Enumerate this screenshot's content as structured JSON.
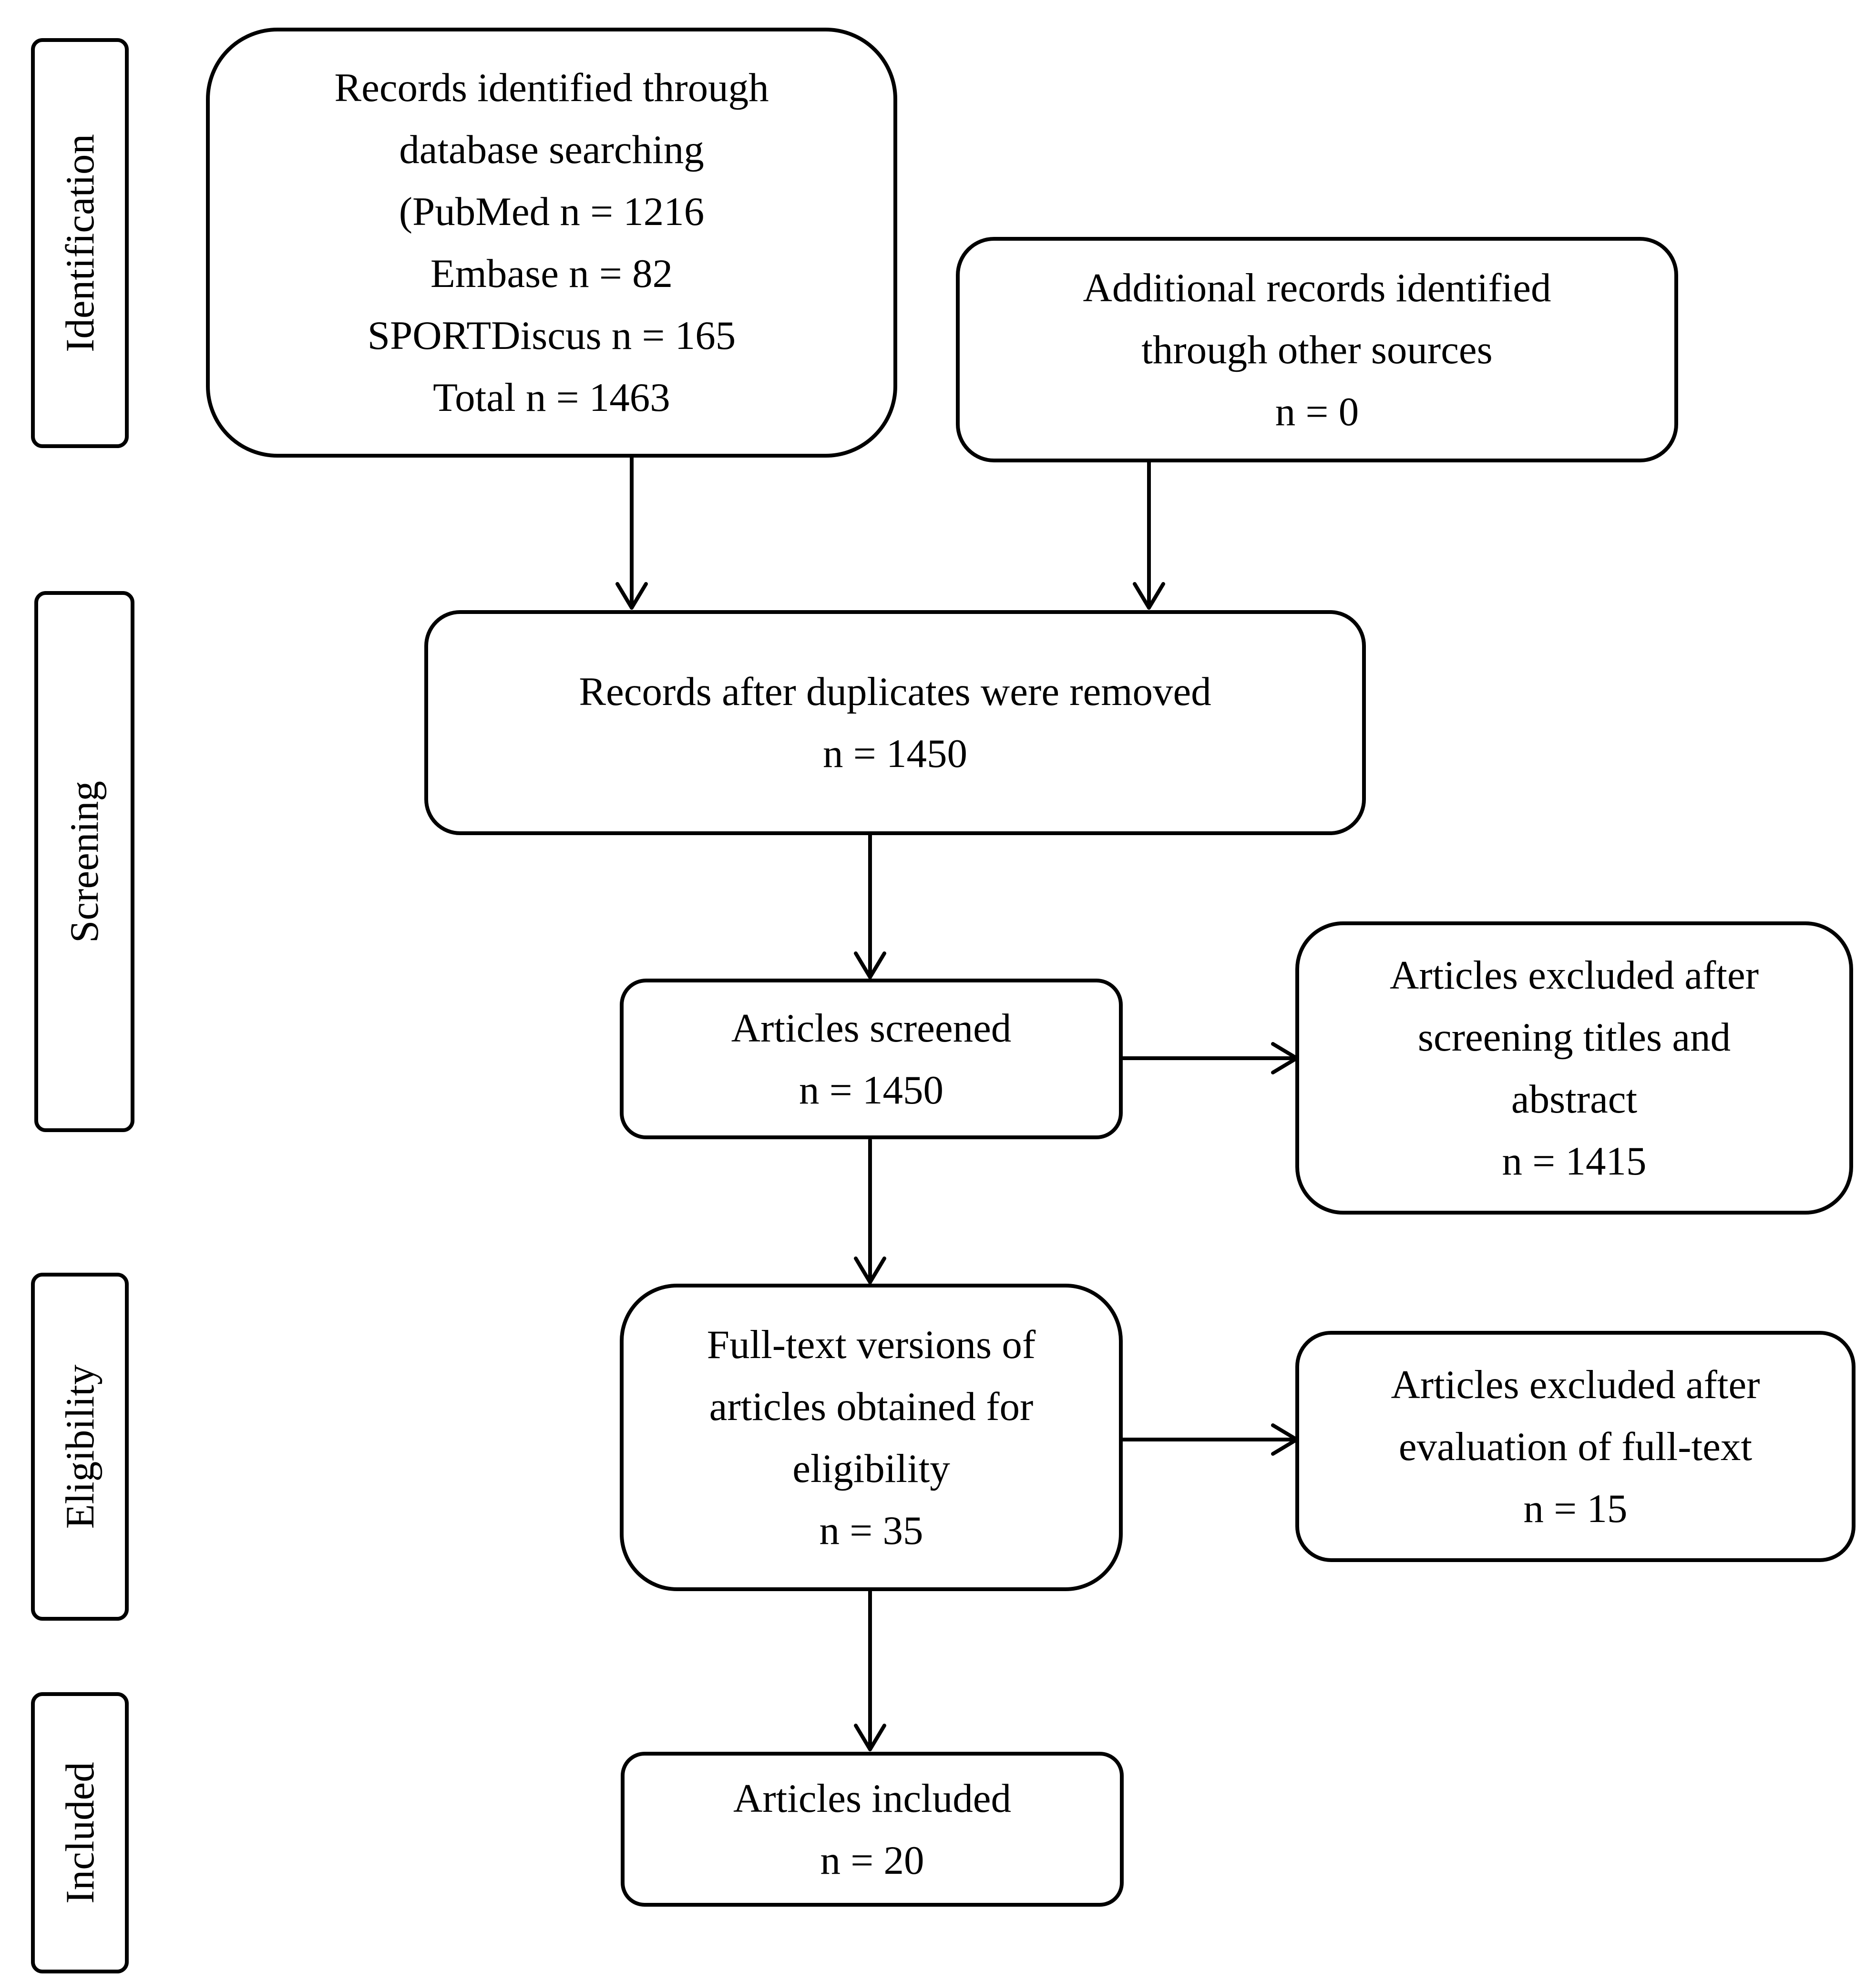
{
  "stages": [
    {
      "id": "identification",
      "label": "Identification"
    },
    {
      "id": "screening",
      "label": "Screening"
    },
    {
      "id": "eligibility",
      "label": "Eligibility"
    },
    {
      "id": "included",
      "label": "Included"
    }
  ],
  "boxes": {
    "database_search": {
      "lines": [
        "Records identified through",
        "database searching",
        "(PubMed n = 1216",
        "Embase n = 82",
        "SPORTDiscus n = 165",
        "Total n = 1463"
      ]
    },
    "other_sources": {
      "lines": [
        "Additional records identified",
        "through other sources",
        "n = 0"
      ]
    },
    "after_duplicates": {
      "lines": [
        "Records after duplicates were removed",
        "n = 1450"
      ]
    },
    "screened": {
      "lines": [
        "Articles screened",
        "n = 1450"
      ]
    },
    "excluded_screening": {
      "lines": [
        "Articles excluded after",
        "screening titles and",
        "abstract",
        "n = 1415"
      ]
    },
    "full_text": {
      "lines": [
        "Full-text versions of",
        "articles obtained for",
        "eligibility",
        "n = 35"
      ]
    },
    "excluded_full_text": {
      "lines": [
        "Articles excluded after",
        "evaluation of full-text",
        "n = 15"
      ]
    },
    "included": {
      "lines": [
        "Articles included",
        "n = 20"
      ]
    }
  }
}
